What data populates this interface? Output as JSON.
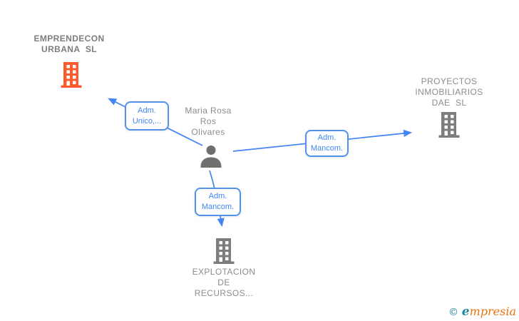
{
  "diagram": {
    "person": {
      "name": "Maria Rosa Ros Olivares",
      "name_lines": "Maria Rosa\nRos\nOlivares"
    },
    "companies": [
      {
        "name": "EMPRENDECON URBANA SL",
        "name_lines": "EMPRENDECON\nURBANA  SL",
        "highlighted": true
      },
      {
        "name": "PROYECTOS INMOBILIARIOS DAE SL",
        "name_lines": "PROYECTOS\nINMOBILIARIOS\nDAE  SL",
        "highlighted": false
      },
      {
        "name": "EXPLOTACION DE RECURSOS...",
        "name_lines": "EXPLOTACION\nDE\nRECURSOS...",
        "highlighted": false
      }
    ],
    "relations": [
      {
        "from": "Maria Rosa Ros Olivares",
        "to": "EMPRENDECON URBANA SL",
        "label_lines": "Adm.\nUnico,..."
      },
      {
        "from": "Maria Rosa Ros Olivares",
        "to": "PROYECTOS INMOBILIARIOS DAE SL",
        "label_lines": "Adm.\nMancom."
      },
      {
        "from": "Maria Rosa Ros Olivares",
        "to": "EXPLOTACION DE RECURSOS...",
        "label_lines": "Adm.\nMancom."
      }
    ],
    "colors": {
      "highlight_company": "#fa5b2d",
      "default_company": "#7d7d7d",
      "relation_blue": "#4285f4",
      "label_border_blue": "#5491e8",
      "text_gray": "#8c8c8c",
      "person_gray": "#6f6f6f"
    }
  },
  "footer": {
    "copyright_symbol": "©",
    "brand_initial": "e",
    "brand_rest": "mpresia"
  }
}
